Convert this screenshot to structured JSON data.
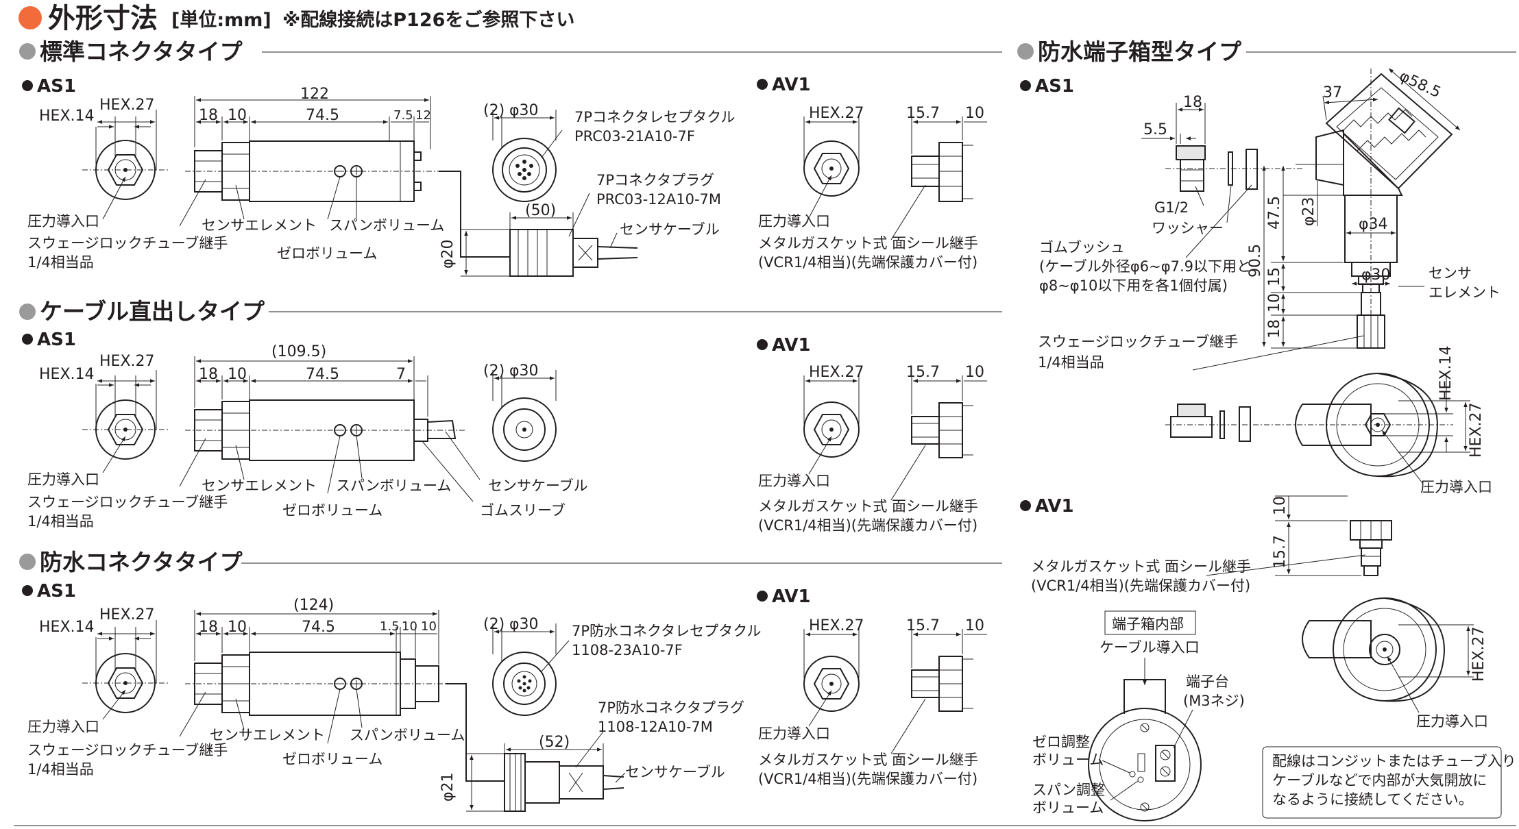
{
  "header": {
    "title": "外形寸法",
    "unit": "[単位:mm]",
    "note": "※配線接続はP126をご参照下さい",
    "accent": "#f26b3a"
  },
  "sections": {
    "standard": "標準コネクタタイプ",
    "cable": "ケーブル直出しタイプ",
    "waterproof_connector": "防水コネクタタイプ",
    "waterproof_box": "防水端子箱型タイプ"
  },
  "models": {
    "as1": "AS1",
    "av1": "AV1"
  },
  "common": {
    "hex14": "HEX.14",
    "hex27": "HEX.27",
    "pressure_port": "圧力導入口",
    "swagelok": "スウェージロックチューブ継手",
    "swagelok_eq": "1/4相当品",
    "sensor_element": "センサエレメント",
    "span_volume": "スパンボリューム",
    "zero_volume": "ゼロボリューム",
    "sensor_cable": "センサケーブル",
    "metal_gasket": "メタルガスケット式 面シール継手",
    "vcr": "(VCR1/4相当)(先端保護カバー付)",
    "dim_2": "(2)",
    "dim_phi30": "φ30",
    "dim_18": "18",
    "dim_10": "10",
    "dim_74_5": "74.5",
    "dim_15_7": "15.7"
  },
  "standard": {
    "total": "122",
    "d7_5": "7.5",
    "d12": "12",
    "receptacle": "7Pコネクタレセプタクル",
    "receptacle_no": "PRC03-21A10-7F",
    "plug": "7Pコネクタプラグ",
    "plug_no": "PRC03-12A10-7M",
    "plug_len": "(50)",
    "plug_dia": "φ20"
  },
  "cable": {
    "total": "(109.5)",
    "d7": "7",
    "rubber_sleeve": "ゴムスリーブ"
  },
  "wpc": {
    "total": "(124)",
    "d1_5": "1.5",
    "receptacle": "7P防水コネクタレセプタクル",
    "receptacle_no": "1108-23A10-7F",
    "plug": "7P防水コネクタプラグ",
    "plug_no": "1108-12A10-7M",
    "plug_len": "(52)",
    "plug_dia": "φ21"
  },
  "box": {
    "d37": "37",
    "d58_5": "φ58.5",
    "d18": "18",
    "d5_5": "5.5",
    "g12": "G1/2",
    "washer": "ワッシャー",
    "grommet": "ゴムブッシュ",
    "grommet_note1": "(ケーブル外径φ6~φ7.9以下用と",
    "grommet_note2": "φ8~φ10以下用を各1個付属)",
    "d47_5": "47.5",
    "d23": "φ23",
    "d34": "φ34",
    "d90_5": "90.5",
    "d30": "φ30",
    "d15": "15",
    "d10": "10",
    "d18v": "18",
    "sensor1": "センサ",
    "sensor2": "エレメント",
    "av1_d10": "10",
    "av1_d15_7": "15.7",
    "inside_title": "端子箱内部",
    "cable_entry": "ケーブル導入口",
    "terminal1": "端子台",
    "terminal2": "(M3ネジ)",
    "zero_adj1": "ゼロ調整",
    "zero_adj2": "ボリューム",
    "span_adj1": "スパン調整",
    "span_adj2": "ボリューム",
    "wiring_note1": "配線はコンジットまたはチューブ入り",
    "wiring_note2": "ケーブルなどで内部が大気開放に",
    "wiring_note3": "なるように接続してください。"
  }
}
